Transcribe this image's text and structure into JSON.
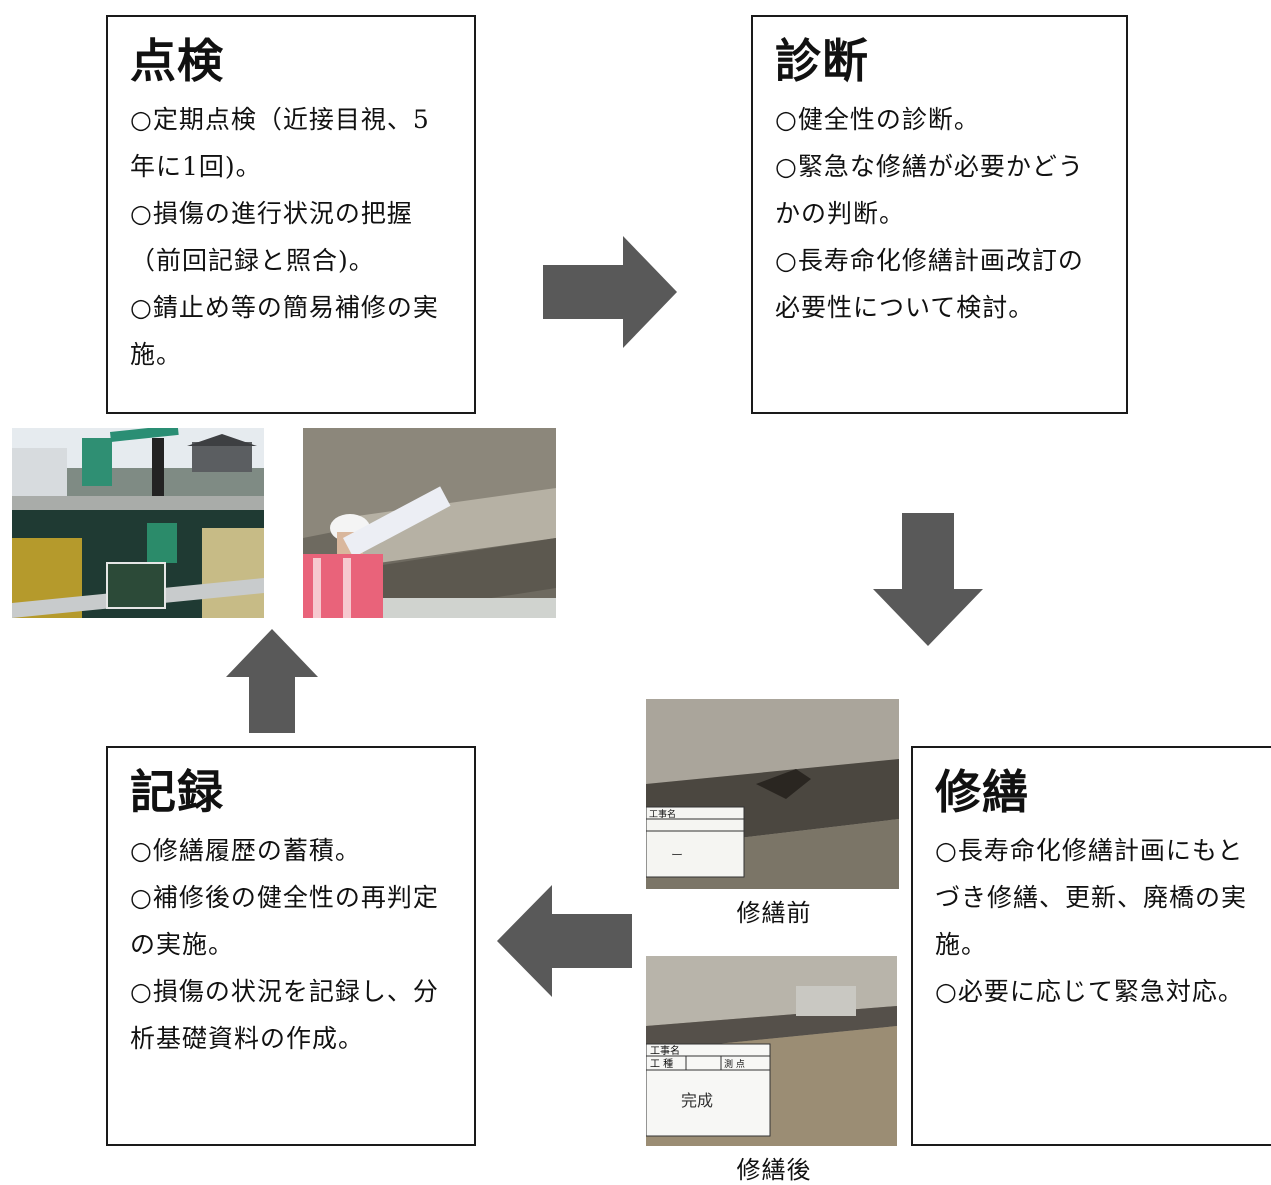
{
  "inspection": {
    "title": "点検",
    "items": [
      "○定期点検（近接目視、5年に1回)。",
      "○損傷の進行状況の把握（前回記録と照合)。",
      "○錆止め等の簡易補修の実施。"
    ]
  },
  "diagnosis": {
    "title": "診断",
    "items": [
      "○健全性の診断。",
      "○緊急な修繕が必要かどうかの判断。",
      "○長寿命化修繕計画改訂の必要性について検討。"
    ]
  },
  "repair": {
    "title": "修繕",
    "items": [
      "○長寿命化修繕計画にもとづき修繕、更新、廃橋の実施。",
      "○必要に応じて緊急対応。"
    ]
  },
  "record": {
    "title": "記録",
    "items": [
      "○修繕履歴の蓄積。",
      "○補修後の健全性の再判定の実施。",
      "○損傷の状況を記録し、分析基礎資料の作成。"
    ]
  },
  "photos": {
    "before_caption": "修繕前",
    "after_caption": "修繕後",
    "board_label": "工事名",
    "board_kind": "工 種",
    "board_point": "測 点",
    "board_note_after": "完成"
  },
  "colors": {
    "arrow": "#595959",
    "border": "#1a1a1a"
  }
}
